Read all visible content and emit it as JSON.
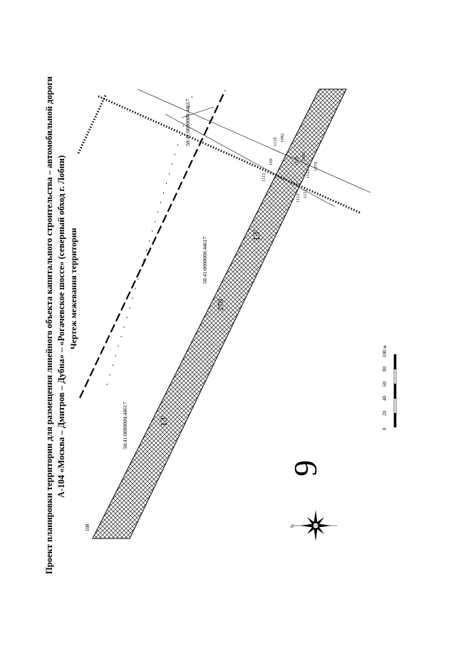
{
  "page": {
    "number": "270"
  },
  "header": {
    "line1": "Проект планировки территории для размещения линейного объекта капитального строительства – автомобильной дороги",
    "line2": "А-104 «Москва – Дмитров – Дубна» – «Рогачевское шоссе» (северный обход г. Лобни)",
    "line3": "Чертеж межевания территории"
  },
  "sheet_number": "9",
  "parcels": {
    "left_top": "50:41:0000000:44617",
    "middle": "50:41:0000000:44617",
    "right": "50:41:0000000:44617",
    "left_edge": "108"
  },
  "zones": {
    "left": "13'",
    "middle": "13'"
  },
  "points": [
    "111б",
    "1082",
    "109",
    "1115",
    "1113",
    "1121",
    "1129",
    "1079",
    "1110",
    "1082"
  ],
  "scale_bar": {
    "ticks": [
      "0",
      "20",
      "40",
      "60",
      "80",
      "100 м"
    ]
  },
  "compass": {
    "north": "N"
  }
}
